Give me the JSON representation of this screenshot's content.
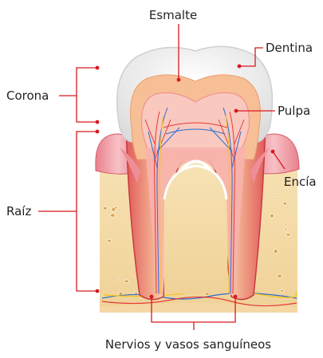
{
  "labels": {
    "esmalte": "Esmalte",
    "dentina": "Dentina",
    "pulpa": "Pulpa",
    "encia": "Encía",
    "corona": "Corona",
    "raiz": "Raíz",
    "nervios": "Nervios y vasos sanguíneos"
  },
  "colors": {
    "leader": "#d7191f",
    "enamel": "#f2f2f2",
    "dentin": "#f6b98f",
    "pulp": "#f4a6a6",
    "gum": "#f2a0a8",
    "bone": "#f3dba9",
    "text": "#231f20"
  }
}
